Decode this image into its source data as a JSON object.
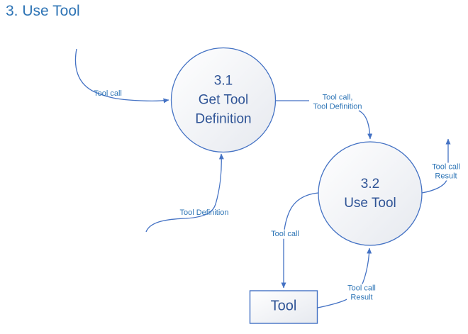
{
  "title": "3. Use Tool",
  "colors": {
    "line": "#4472C4",
    "node_text": "#2F5496",
    "label_text": "#2E75B6",
    "title_text": "#2E74B5",
    "node_fill_start": "#FFFFFF",
    "node_fill_end": "#E6E9EF"
  },
  "nodes": {
    "process_3_1": {
      "lines": [
        "3.1",
        "Get Tool",
        "Definition"
      ]
    },
    "process_3_2": {
      "lines": [
        "3.2",
        "Use Tool"
      ]
    },
    "tool_entity": {
      "label": "Tool"
    }
  },
  "edges": {
    "tool_call_input": {
      "label": "Tool call"
    },
    "tool_call_tool_definition": {
      "lines": [
        "Tool call,",
        "Tool Definition"
      ]
    },
    "tool_definition_return": {
      "label": "Tool Definition"
    },
    "tool_call_to_tool": {
      "label": "Tool call"
    },
    "tool_call_result_from_tool": {
      "lines": [
        "Tool call",
        "Result"
      ]
    },
    "tool_call_result_output": {
      "lines": [
        "Tool call",
        "Result"
      ]
    }
  }
}
